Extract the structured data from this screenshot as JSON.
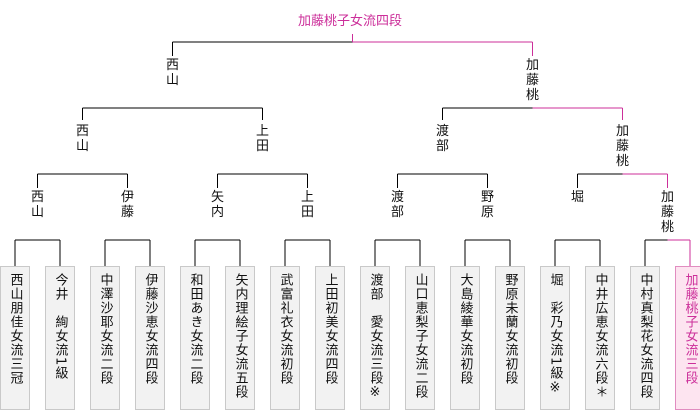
{
  "title": "加藤桃子女流四段",
  "colors": {
    "winner": "#cc2f9a",
    "line": "#000000",
    "box": "#f2f2f2",
    "winner_box": "#fde4f0"
  },
  "round1": [
    {
      "name": "西山朋佳女流三冠"
    },
    {
      "name": "今井　絢女流1級"
    },
    {
      "name": "中澤沙耶女流二段"
    },
    {
      "name": "伊藤沙恵女流四段"
    },
    {
      "name": "和田あき女流二段"
    },
    {
      "name": "矢内理絵子女流五段"
    },
    {
      "name": "武富礼衣女流初段"
    },
    {
      "name": "上田初美女流四段"
    },
    {
      "name": "渡部　愛女流三段※"
    },
    {
      "name": "山口恵梨子女流二段"
    },
    {
      "name": "大島綾華女流初段"
    },
    {
      "name": "野原未蘭女流初段"
    },
    {
      "name": "堀　彩乃女流1級※"
    },
    {
      "name": "中井広恵女流六段＊"
    },
    {
      "name": "中村真梨花女流四段"
    },
    {
      "name": "加藤桃子女流三段",
      "highlight": true
    }
  ],
  "round2": [
    "西\n山",
    "伊\n藤",
    "矢\n内",
    "上\n田",
    "渡\n部",
    "野\n原",
    "堀",
    "加\n藤\n桃"
  ],
  "round3": [
    "西\n山",
    "上\n田",
    "渡\n部",
    "加\n藤\n桃"
  ],
  "round4": [
    "西\n山",
    "加\n藤\n桃"
  ]
}
